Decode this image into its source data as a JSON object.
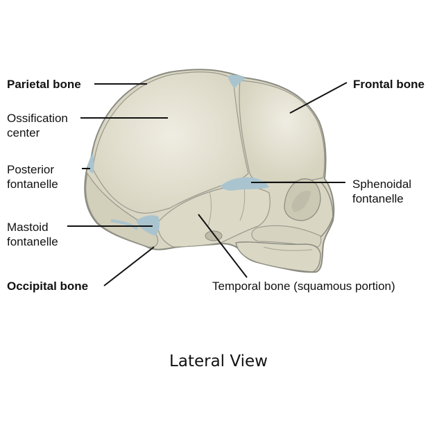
{
  "labels": {
    "parietal_bone": "Parietal bone",
    "ossification_center": [
      "Ossification",
      "center"
    ],
    "posterior_fontanelle": [
      "Posterior",
      "fontanelle"
    ],
    "mastoid_fontanelle": [
      "Mastoid",
      "fontanelle"
    ],
    "occipital_bone": "Occipital bone",
    "frontal_bone": "Frontal bone",
    "sphenoidal_fontanelle": [
      "Sphenoidal",
      "fontanelle"
    ],
    "temporal_bone": "Temporal bone (squamous portion)"
  },
  "caption": "Lateral View",
  "colors": {
    "bone": "#d9d6c3",
    "bone_light": "#eeece0",
    "bone_outline": "#8a8a80",
    "fontanelle": "#a9c4cf",
    "leader_line": "#111111"
  }
}
